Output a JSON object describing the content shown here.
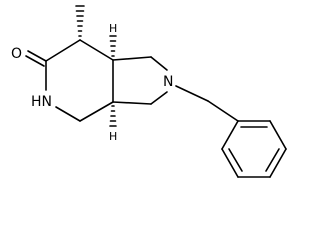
{
  "molecule": {
    "atom_labels": {
      "oxygen": "O",
      "amide_nitrogen": "HN",
      "amine_nitrogen": "N",
      "stereo_hydrogen_top": "H",
      "stereo_hydrogen_bottom": "H"
    }
  },
  "colors": {
    "bond": "#000000",
    "background": "#ffffff"
  }
}
